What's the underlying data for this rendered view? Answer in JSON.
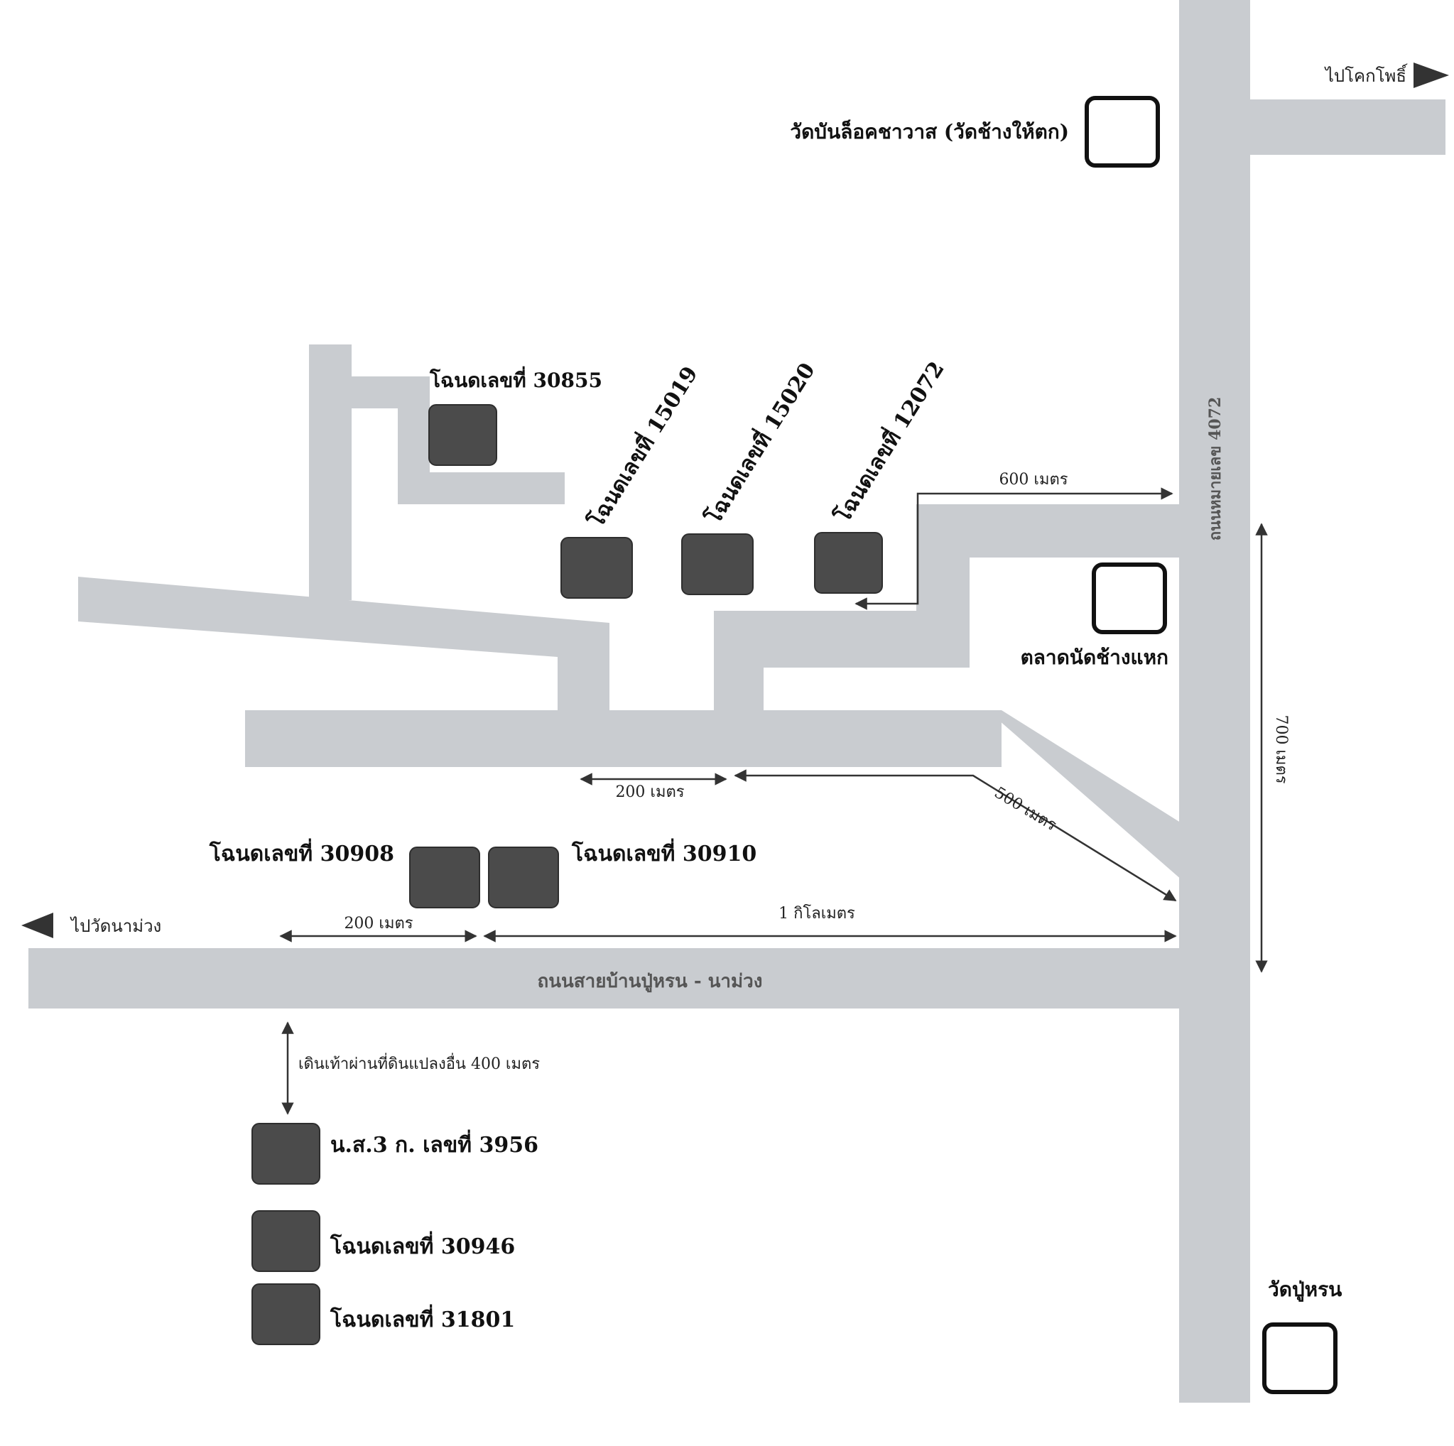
{
  "map": {
    "roads": {
      "main_highway": "ถนนหมายเลข 4072",
      "bottom_road": "ถนนสายบ้านปู่หรน - นาม่วง"
    },
    "directions": {
      "to_top_right": "ไปโคกโพธิ์",
      "to_left": "ไปวัดนาม่วง"
    },
    "landmarks": {
      "temple_top": "วัดบันล็อคชาวาส (วัดช้างให้ตก)",
      "market": "ตลาดนัดช้างแหก",
      "temple_bottom": "วัดปู่หรน"
    },
    "parcels": {
      "p30855": "โฉนดเลขที่ 30855",
      "p15019": "โฉนดเลขที่ 15019",
      "p15020": "โฉนดเลขที่ 15020",
      "p12072": "โฉนดเลขที่ 12072",
      "p30908": "โฉนดเลขที่ 30908",
      "p30910": "โฉนดเลขที่ 30910",
      "ns3k3956": "น.ส.3 ก. เลขที่ 3956",
      "p30946": "โฉนดเลขที่ 30946",
      "p31801": "โฉนดเลขที่ 31801"
    },
    "distances": {
      "d600": "600 เมตร",
      "d200_mid": "200 เมตร",
      "d500": "500 เมตร",
      "d700": "700 เมตร",
      "d200_bottom": "200 เมตร",
      "d1km": "1 กิโลเมตร",
      "walk400": "เดินเท้าผ่านที่ดินแปลงอื่น 400 เมตร"
    },
    "colors": {
      "road": "#c9ccd0",
      "parcel": "#4b4b4b",
      "landmark_border": "#111111"
    }
  }
}
